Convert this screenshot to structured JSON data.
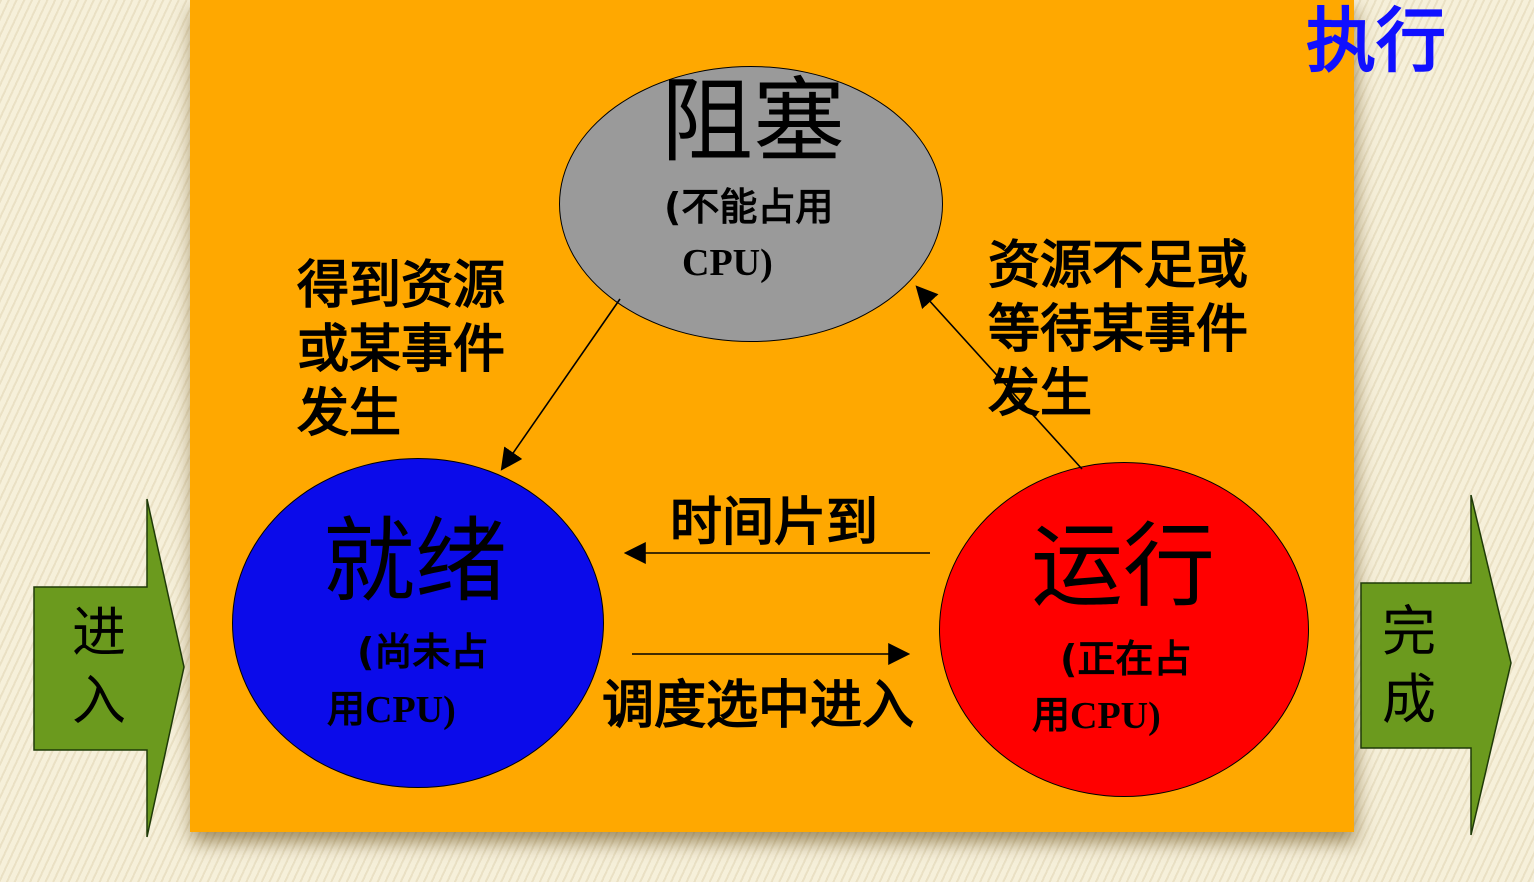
{
  "title": "执行",
  "states": {
    "blocked": {
      "name": "阻塞",
      "note_line1": "(不能占用",
      "note_line2": "CPU)"
    },
    "ready": {
      "name": "就绪",
      "note_line1": "(尚未占",
      "note_line2_prefix": "用",
      "note_line2_suffix": "CPU)"
    },
    "running": {
      "name": "运行",
      "note_line1": "(正在占",
      "note_line2_prefix": "用",
      "note_line2_suffix": "CPU)"
    }
  },
  "transitions": {
    "blocked_to_ready": [
      "得到资源",
      "或某事件",
      "发生"
    ],
    "running_to_blocked": [
      "资源不足或",
      "等待某事件",
      "发生"
    ],
    "running_to_ready": "时间片到",
    "ready_to_running": "调度选中进入"
  },
  "enter": [
    "进",
    "入"
  ],
  "complete": [
    "完",
    "成"
  ],
  "colors": {
    "panel": "#ffa800",
    "blocked": "#9a9a9a",
    "ready": "#0b0bea",
    "running": "#ff0000",
    "title": "#1010ff",
    "io_arrow": "#6b9a1e"
  }
}
